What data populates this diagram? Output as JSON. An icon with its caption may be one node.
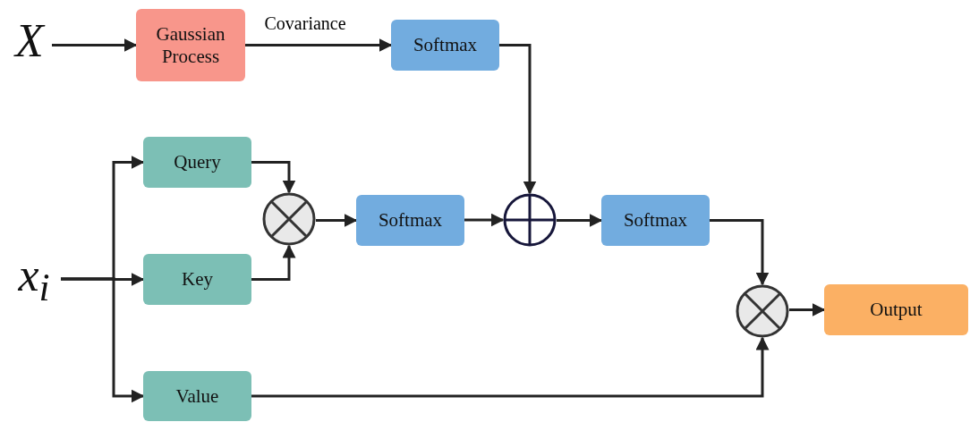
{
  "diagram": {
    "nodes": [
      {
        "text": [
          "X"
        ]
      },
      {
        "text": [
          "Gaussian Process"
        ]
      },
      {
        "text": [
          "Softmax"
        ]
      },
      {
        "text": [
          "x$_{i}$"
        ]
      },
      {
        "text": [
          "Query"
        ]
      },
      {
        "text": [
          "Key"
        ]
      },
      {
        "text": [
          "Value"
        ]
      },
      {
        "text": [],
        "shape": "circle"
      },
      {
        "text": [
          "Softmax"
        ]
      },
      {
        "text": [],
        "shape": "circle"
      },
      {
        "text": [
          "Softmax"
        ]
      },
      {
        "text": [],
        "shape": "circle"
      },
      {
        "text": [
          "Output"
        ]
      }
    ],
    "edges": [
      {
        "from": 0,
        "to": 1,
        "arrow": "to"
      },
      {
        "from": 1,
        "to": 2,
        "arrow": "to",
        "label": "Covariance"
      },
      {
        "from": 2,
        "to": 9,
        "arrow": "to"
      },
      {
        "from": 3,
        "to": 4,
        "arrow": "to"
      },
      {
        "from": 3,
        "to": 5,
        "arrow": "to"
      },
      {
        "from": 3,
        "to": 6,
        "arrow": "to"
      },
      {
        "from": 4,
        "to": 7,
        "arrow": "to"
      },
      {
        "from": 5,
        "to": 7,
        "arrow": "to"
      },
      {
        "from": 7,
        "to": 8,
        "arrow": "to"
      },
      {
        "from": 8,
        "to": 9,
        "arrow": "to"
      },
      {
        "from": 9,
        "to": 10,
        "arrow": "to"
      },
      {
        "from": 10,
        "to": 11,
        "arrow": "to"
      },
      {
        "from": 6,
        "to": 11,
        "arrow": "to"
      },
      {
        "from": 11,
        "to": 12,
        "arrow": "to"
      }
    ]
  }
}
